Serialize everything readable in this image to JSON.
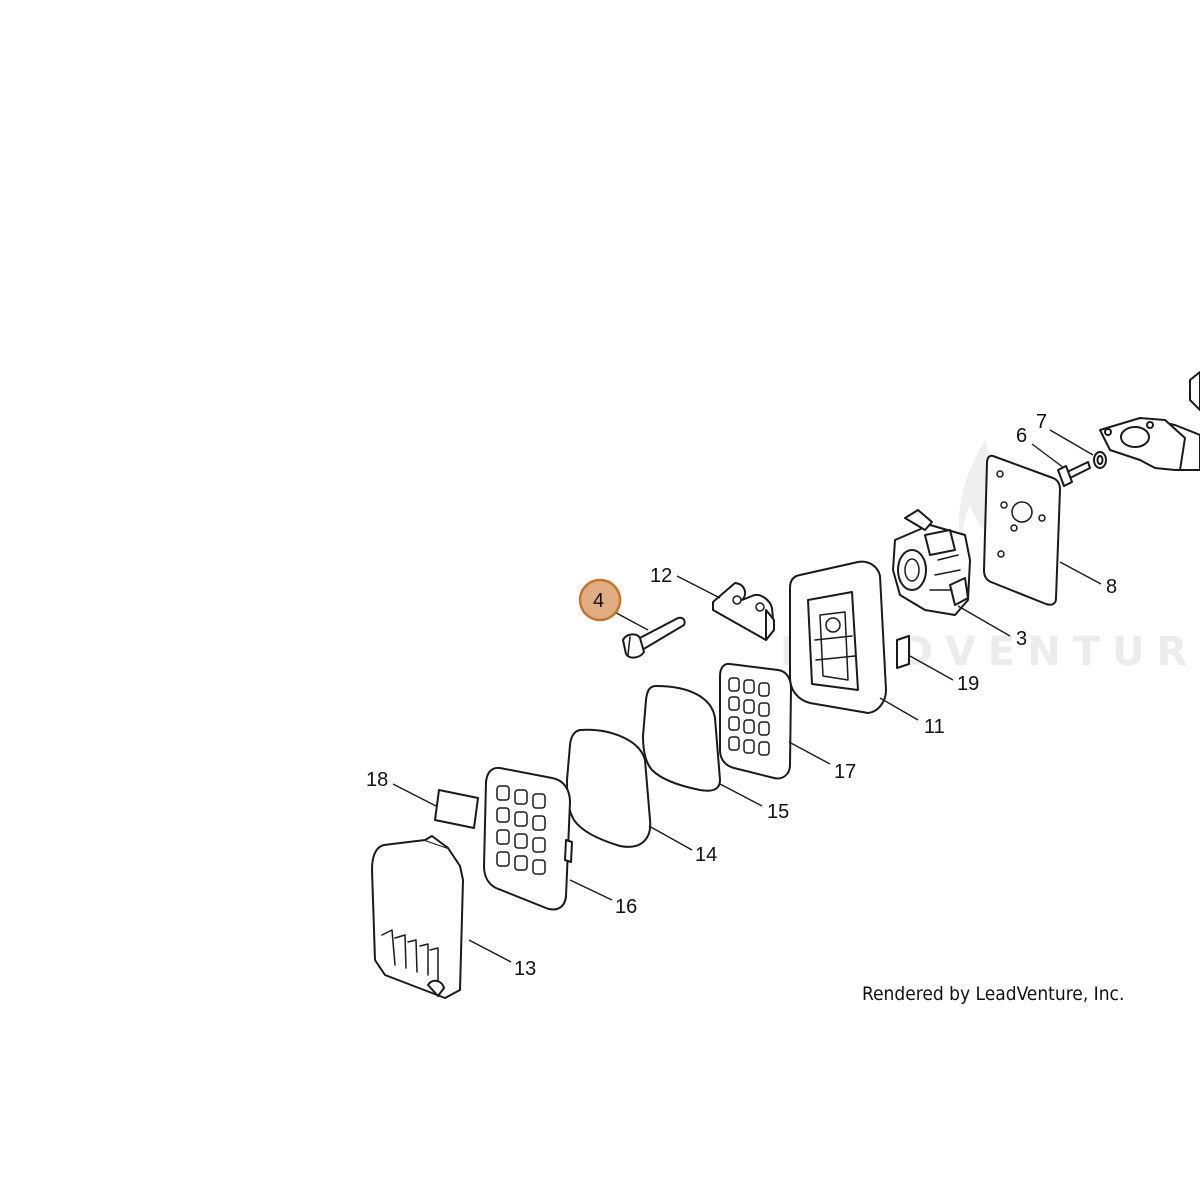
{
  "watermark": "LEADVENTURE",
  "credit": "Rendered by LeadVenture, Inc.",
  "highlight_color": "#e2ad82",
  "highlight_stroke": "#c8742c",
  "callouts": [
    {
      "label": "7"
    },
    {
      "label": "6"
    },
    {
      "label": "8"
    },
    {
      "label": "3"
    },
    {
      "label": "12"
    },
    {
      "label": "4",
      "highlighted": true
    },
    {
      "label": "19"
    },
    {
      "label": "11"
    },
    {
      "label": "17"
    },
    {
      "label": "15"
    },
    {
      "label": "18"
    },
    {
      "label": "14"
    },
    {
      "label": "16"
    },
    {
      "label": "13"
    }
  ]
}
